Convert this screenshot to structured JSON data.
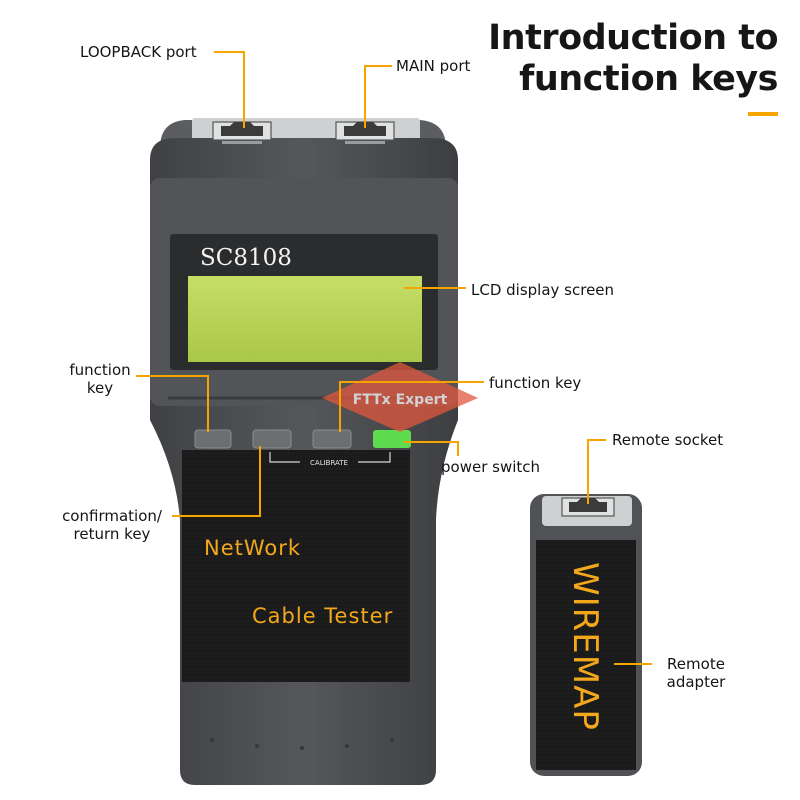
{
  "title_lines": [
    "Introduction to",
    "function keys"
  ],
  "device": {
    "model": "SC8108",
    "brand_line1": "NetWork",
    "brand_line2": "Cable Tester",
    "calibrate_label": "CALIBRATE",
    "watermark": "FTTx Expert"
  },
  "remote_unit": {
    "label": "WIREMAP"
  },
  "callouts": {
    "loopback_port": "LOOPBACK port",
    "main_port": "MAIN port",
    "lcd_screen": "LCD display screen",
    "function_key_left": [
      "function",
      "key"
    ],
    "function_key_right": "function key",
    "power_switch": "power switch",
    "confirmation_key": [
      "confirmation/",
      "return key"
    ],
    "remote_socket": "Remote socket",
    "remote_adapter": [
      "Remote",
      "adapter"
    ]
  },
  "colors": {
    "accent": "#f6a400",
    "device_body": "#4d4f52",
    "lcd": "#bcd85a",
    "power_led": "#5fdb4f",
    "brand_text": "#f3a81c"
  }
}
